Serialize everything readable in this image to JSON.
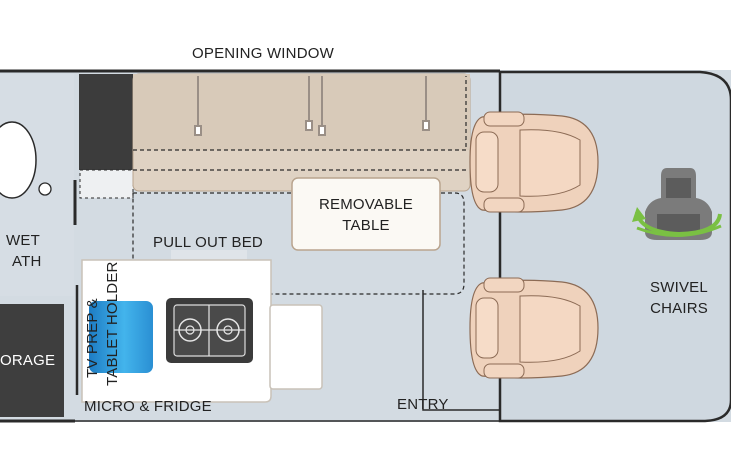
{
  "floorplan": {
    "labels": {
      "opening_window": "OPENING WINDOW",
      "removable_table_line1": "REMOVABLE",
      "removable_table_line2": "TABLE",
      "pull_out_bed": "PULL OUT BED",
      "wet_bath_line1": "WET",
      "wet_bath_line2": "ATH",
      "storage": "ORAGE",
      "tv_prep_line1": "TV PREP &",
      "tv_prep_line2": "TABLET HOLDER",
      "micro_fridge": "MICRO & FRIDGE",
      "entry": "ENTRY",
      "swivel_line1": "SWIVEL",
      "swivel_line2": "CHAIRS"
    },
    "icons": [
      "toilet-icon",
      "sink-icon",
      "cooktop-icon",
      "seat-icon",
      "swivel-arrow-icon"
    ],
    "colors": {
      "floor": "#d3dbe2",
      "sofa": "#dfd2c3",
      "seat_leather": "#f1d2bb",
      "storage_dark": "#3c3c3c",
      "tv_blue": "#3aa5e0",
      "swivel_green": "#7ac043",
      "outline": "#2a2a2a"
    }
  }
}
